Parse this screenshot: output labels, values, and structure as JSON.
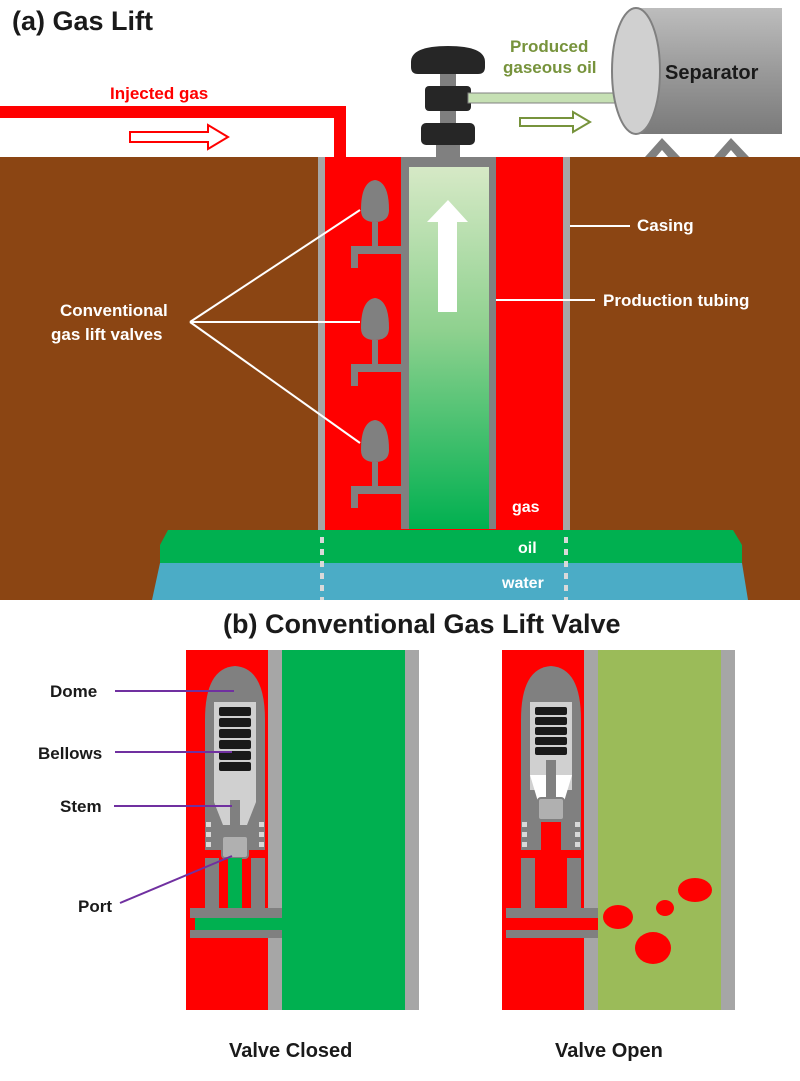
{
  "panel_a": {
    "title": "(a) Gas Lift",
    "injected_gas": "Injected gas",
    "produced_line1": "Produced",
    "produced_line2": "gaseous oil",
    "separator": "Separator",
    "casing": "Casing",
    "production_tubing": "Production tubing",
    "valves_line1": "Conventional",
    "valves_line2": "gas lift valves",
    "gas": "gas",
    "oil": "oil",
    "water": "water"
  },
  "panel_b": {
    "title": "(b) Conventional Gas Lift Valve",
    "dome": "Dome",
    "bellows": "Bellows",
    "stem": "Stem",
    "port": "Port",
    "closed": "Valve Closed",
    "open": "Valve Open"
  },
  "colors": {
    "ground": "#8b4513",
    "gas": "#ff0000",
    "oil": "#00b050",
    "water": "#4bacc6",
    "steel": "#7f7f7f",
    "tubing_fluid_top": "#c6e0b4",
    "open_fluid": "#9bbb59",
    "produced_label": "#77933c",
    "label_line": "#7030a0"
  }
}
